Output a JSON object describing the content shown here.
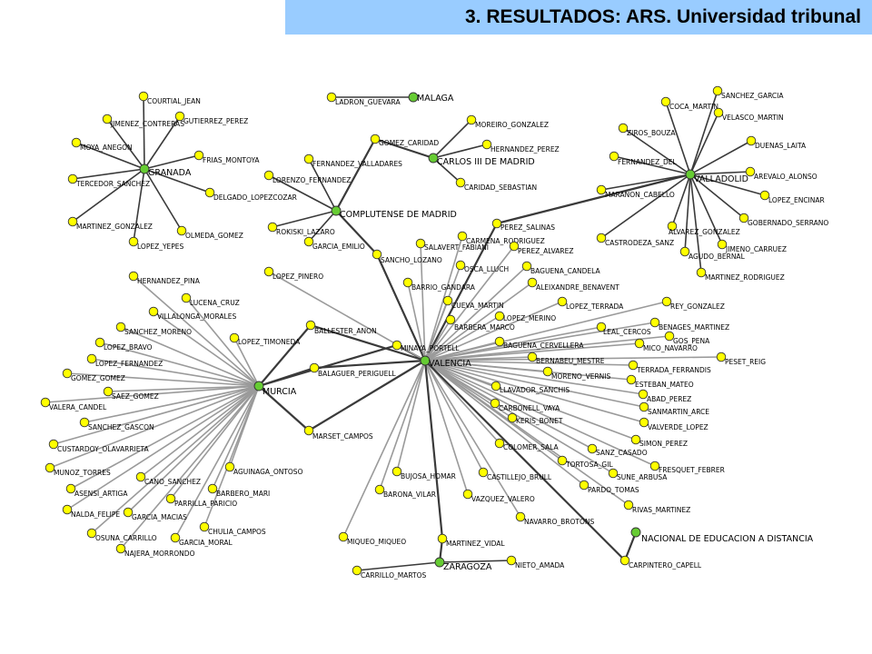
{
  "title": "3. RESULTADOS: ARS. Universidad tribunal",
  "colors": {
    "title_bg": "#99ccff",
    "node": "#ffff00",
    "hub": "#66cc33",
    "node_stroke": "#333333"
  },
  "network": {
    "hubs": [
      {
        "id": "granada",
        "label": "GRANADA"
      },
      {
        "id": "complutense",
        "label": "COMPLUTENSE DE MADRID"
      },
      {
        "id": "malaga",
        "label": "MALAGA"
      },
      {
        "id": "carlos3",
        "label": "CARLOS III DE MADRID"
      },
      {
        "id": "valladolid",
        "label": "VALLADOLID"
      },
      {
        "id": "murcia",
        "label": "MURCIA"
      },
      {
        "id": "valencia",
        "label": "VALENCIA"
      },
      {
        "id": "zaragoza",
        "label": "ZARAGOZA"
      },
      {
        "id": "uned",
        "label": "NACIONAL DE EDUCACION A DISTANCIA"
      }
    ],
    "people": [
      {
        "id": "courtial",
        "label": "COURTIAL_JEAN",
        "hubs": [
          "granada"
        ]
      },
      {
        "id": "jimenez_c",
        "label": "JIMENEZ_CONTRERAS",
        "hubs": [
          "granada"
        ]
      },
      {
        "id": "gutierrez",
        "label": "GUTIERREZ_PEREZ",
        "hubs": [
          "granada"
        ]
      },
      {
        "id": "moya",
        "label": "MOYA_ANEGON",
        "hubs": [
          "granada"
        ]
      },
      {
        "id": "frias",
        "label": "FRIAS_MONTOYA",
        "hubs": [
          "granada"
        ]
      },
      {
        "id": "tercedor",
        "label": "TERCEDOR_SANCHEZ",
        "hubs": [
          "granada"
        ]
      },
      {
        "id": "delgado",
        "label": "DELGADO_LOPEZCOZAR",
        "hubs": [
          "granada"
        ]
      },
      {
        "id": "martinez_g",
        "label": "MARTINEZ_GONZALEZ",
        "hubs": [
          "granada"
        ]
      },
      {
        "id": "olmeda",
        "label": "OLMEDA_GOMEZ",
        "hubs": [
          "granada"
        ]
      },
      {
        "id": "lopez_y",
        "label": "LOPEZ_YEPES",
        "hubs": [
          "granada"
        ]
      },
      {
        "id": "ladron",
        "label": "LADRON_GUEVARA",
        "hubs": [
          "malaga"
        ]
      },
      {
        "id": "moreiro",
        "label": "MOREIRO_GONZALEZ",
        "hubs": [
          "carlos3"
        ]
      },
      {
        "id": "gomez_c",
        "label": "GOMEZ_CARIDAD",
        "hubs": [
          "carlos3",
          "complutense"
        ]
      },
      {
        "id": "hernandez_p",
        "label": "HERNANDEZ_PEREZ",
        "hubs": [
          "carlos3"
        ]
      },
      {
        "id": "caridad",
        "label": "CARIDAD_SEBASTIAN",
        "hubs": [
          "carlos3"
        ]
      },
      {
        "id": "fernandez_v",
        "label": "FERNANDEZ_VALLADARES",
        "hubs": [
          "complutense"
        ]
      },
      {
        "id": "lorenzo",
        "label": "LORENZO_FERNANDEZ",
        "hubs": [
          "complutense"
        ]
      },
      {
        "id": "rokiski",
        "label": "ROKISKI_LAZARO",
        "hubs": [
          "complutense"
        ]
      },
      {
        "id": "garcia_e",
        "label": "GARCIA_EMILIO",
        "hubs": [
          "complutense"
        ]
      },
      {
        "id": "sancho",
        "label": "SANCHO_LOZANO",
        "hubs": [
          "complutense",
          "valencia"
        ]
      },
      {
        "id": "sanchez_g",
        "label": "SANCHEZ_GARCIA",
        "hubs": [
          "valladolid"
        ]
      },
      {
        "id": "coca",
        "label": "COCA_MARTIN",
        "hubs": [
          "valladolid"
        ]
      },
      {
        "id": "velasco",
        "label": "VELASCO_MARTIN",
        "hubs": [
          "valladolid"
        ]
      },
      {
        "id": "ziros",
        "label": "ZIROS_BOUZA",
        "hubs": [
          "valladolid"
        ]
      },
      {
        "id": "duenas",
        "label": "DUENAS_LAITA",
        "hubs": [
          "valladolid"
        ]
      },
      {
        "id": "fernandez_d",
        "label": "FERNANDEZ_DEL",
        "hubs": [
          "valladolid"
        ]
      },
      {
        "id": "arevalo",
        "label": "AREVALO_ALONSO",
        "hubs": [
          "valladolid"
        ]
      },
      {
        "id": "maranon",
        "label": "MARANON_CABELLO",
        "hubs": [
          "valladolid"
        ]
      },
      {
        "id": "lopez_e",
        "label": "LOPEZ_ENCINAR",
        "hubs": [
          "valladolid"
        ]
      },
      {
        "id": "gobernado",
        "label": "GOBERNADO_SERRANO",
        "hubs": [
          "valladolid"
        ]
      },
      {
        "id": "alvarez",
        "label": "ALVAREZ_GONZALEZ",
        "hubs": [
          "valladolid"
        ]
      },
      {
        "id": "castrodeza",
        "label": "CASTRODEZA_SANZ",
        "hubs": [
          "valladolid"
        ]
      },
      {
        "id": "jimeno",
        "label": "JIMENO_CARRUEZ",
        "hubs": [
          "valladolid"
        ]
      },
      {
        "id": "agudo",
        "label": "AGUDO_BERNAL",
        "hubs": [
          "valladolid"
        ]
      },
      {
        "id": "martinez_r",
        "label": "MARTINEZ_RODRIGUEZ",
        "hubs": [
          "valladolid"
        ]
      },
      {
        "id": "perez_s",
        "label": "PEREZ_SALINAS",
        "hubs": [
          "valladolid",
          "valencia"
        ]
      },
      {
        "id": "carmena",
        "label": "CARMENA_RODRIGUEZ",
        "hubs": [
          "valencia"
        ]
      },
      {
        "id": "salavert",
        "label": "SALAVERT_FABIANI",
        "hubs": [
          "valencia"
        ]
      },
      {
        "id": "perez_a",
        "label": "PEREZ_ALVAREZ",
        "hubs": [
          "valencia"
        ]
      },
      {
        "id": "osca",
        "label": "OSCA_LLUCH",
        "hubs": [
          "valencia"
        ]
      },
      {
        "id": "baguena_cand",
        "label": "BAGUENA_CANDELA",
        "hubs": [
          "valencia"
        ]
      },
      {
        "id": "barrio",
        "label": "BARRIO_GANDARA",
        "hubs": [
          "valencia"
        ]
      },
      {
        "id": "aleixandre",
        "label": "ALEIXANDRE_BENAVENT",
        "hubs": [
          "valencia"
        ]
      },
      {
        "id": "cueva",
        "label": "CUEVA_MARTIN",
        "hubs": [
          "valencia"
        ]
      },
      {
        "id": "lopez_t",
        "label": "LOPEZ_TERRADA",
        "hubs": [
          "valencia"
        ]
      },
      {
        "id": "rey",
        "label": "REY_GONZALEZ",
        "hubs": [
          "valencia"
        ]
      },
      {
        "id": "barbera",
        "label": "BARBERA_MARCO",
        "hubs": [
          "valencia"
        ]
      },
      {
        "id": "lopez_m",
        "label": "LOPEZ_MERINO",
        "hubs": [
          "valencia"
        ]
      },
      {
        "id": "benages",
        "label": "BENAGES_MARTINEZ",
        "hubs": [
          "valencia"
        ]
      },
      {
        "id": "leal",
        "label": "LEAL_CERCOS",
        "hubs": [
          "valencia"
        ]
      },
      {
        "id": "gos",
        "label": "GOS_PENA",
        "hubs": [
          "valencia"
        ]
      },
      {
        "id": "baguena_cerv",
        "label": "BAGUENA_CERVELLERA",
        "hubs": [
          "valencia"
        ]
      },
      {
        "id": "mico",
        "label": "MICO_NAVARRO",
        "hubs": [
          "valencia"
        ]
      },
      {
        "id": "minaya",
        "label": "MINAYA_PORTELL",
        "hubs": [
          "valencia",
          "murcia"
        ]
      },
      {
        "id": "peset",
        "label": "PESET_REIG",
        "hubs": [
          "valencia"
        ]
      },
      {
        "id": "bernabeu",
        "label": "BERNABEU_MESTRE",
        "hubs": [
          "valencia"
        ]
      },
      {
        "id": "terrada",
        "label": "TERRADA_FERRANDIS",
        "hubs": [
          "valencia"
        ]
      },
      {
        "id": "moreno",
        "label": "MORENO_VERNIS",
        "hubs": [
          "valencia"
        ]
      },
      {
        "id": "esteban",
        "label": "ESTEBAN_MATEO",
        "hubs": [
          "valencia"
        ]
      },
      {
        "id": "llavador",
        "label": "LLAVADOR_SANCHIS",
        "hubs": [
          "valencia"
        ]
      },
      {
        "id": "abad",
        "label": "ABAD_PEREZ",
        "hubs": [
          "valencia"
        ]
      },
      {
        "id": "carbonell",
        "label": "CARBONELL_VAYA",
        "hubs": [
          "valencia"
        ]
      },
      {
        "id": "sanmartin",
        "label": "SANMARTIN_ARCE",
        "hubs": [
          "valencia"
        ]
      },
      {
        "id": "keris",
        "label": "KERIS_BONET",
        "hubs": [
          "valencia"
        ]
      },
      {
        "id": "valverde",
        "label": "VALVERDE_LOPEZ",
        "hubs": [
          "valencia"
        ]
      },
      {
        "id": "colomer",
        "label": "COLOMER_SALA",
        "hubs": [
          "valencia"
        ]
      },
      {
        "id": "simon",
        "label": "SIMON_PEREZ",
        "hubs": [
          "valencia"
        ]
      },
      {
        "id": "sanz",
        "label": "SANZ_CASADO",
        "hubs": [
          "valencia"
        ]
      },
      {
        "id": "tortosa",
        "label": "TORTOSA_GIL",
        "hubs": [
          "valencia"
        ]
      },
      {
        "id": "fresquet",
        "label": "FRESQUET_FEBRER",
        "hubs": [
          "valencia"
        ]
      },
      {
        "id": "sune",
        "label": "SUNE_ARBUSA",
        "hubs": [
          "valencia"
        ]
      },
      {
        "id": "bujosa",
        "label": "BUJOSA_HOMAR",
        "hubs": [
          "valencia"
        ]
      },
      {
        "id": "castillejo",
        "label": "CASTILLEJO_BRULL",
        "hubs": [
          "valencia"
        ]
      },
      {
        "id": "pardo",
        "label": "PARDO_TOMAS",
        "hubs": [
          "valencia"
        ]
      },
      {
        "id": "barona",
        "label": "BARONA_VILAR",
        "hubs": [
          "valencia"
        ]
      },
      {
        "id": "vazquez",
        "label": "VAZQUEZ_VALERO",
        "hubs": [
          "valencia"
        ]
      },
      {
        "id": "rivas",
        "label": "RIVAS_MARTINEZ",
        "hubs": [
          "valencia"
        ]
      },
      {
        "id": "navarro_b",
        "label": "NAVARRO_BROTONS",
        "hubs": [
          "valencia"
        ]
      },
      {
        "id": "miqueo",
        "label": "MIQUEO_MIQUEO",
        "hubs": [
          "valencia"
        ]
      },
      {
        "id": "martinez_v",
        "label": "MARTINEZ_VIDAL",
        "hubs": [
          "valencia",
          "zaragoza"
        ]
      },
      {
        "id": "carpintero",
        "label": "CARPINTERO_CAPELL",
        "hubs": [
          "valencia",
          "uned"
        ]
      },
      {
        "id": "nieto",
        "label": "NIETO_AMADA",
        "hubs": [
          "zaragoza"
        ]
      },
      {
        "id": "carrillo",
        "label": "CARRILLO_MARTOS",
        "hubs": [
          "zaragoza"
        ]
      },
      {
        "id": "lopez_p",
        "label": "LOPEZ_PINERO",
        "hubs": [
          "valencia"
        ]
      },
      {
        "id": "ballester",
        "label": "BALLESTER_ANON",
        "hubs": [
          "valencia",
          "murcia"
        ]
      },
      {
        "id": "balaguer",
        "label": "BALAGUER_PERIGUELL",
        "hubs": [
          "valencia",
          "murcia"
        ]
      },
      {
        "id": "marset",
        "label": "MARSET_CAMPOS",
        "hubs": [
          "valencia",
          "murcia"
        ]
      },
      {
        "id": "hernandez_pina",
        "label": "HERNANDEZ_PINA",
        "hubs": [
          "murcia"
        ]
      },
      {
        "id": "lucena",
        "label": "LUCENA_CRUZ",
        "hubs": [
          "murcia"
        ]
      },
      {
        "id": "villalonga",
        "label": "VILLALONGA_MORALES",
        "hubs": [
          "murcia"
        ]
      },
      {
        "id": "sanchez_m",
        "label": "SANCHEZ_MORENO",
        "hubs": [
          "murcia"
        ]
      },
      {
        "id": "lopez_tim",
        "label": "LOPEZ_TIMONEDA",
        "hubs": [
          "murcia"
        ]
      },
      {
        "id": "lopez_b",
        "label": "LOPEZ_BRAVO",
        "hubs": [
          "murcia"
        ]
      },
      {
        "id": "lopez_f",
        "label": "LOPEZ_FERNANDEZ",
        "hubs": [
          "murcia"
        ]
      },
      {
        "id": "gomez_g",
        "label": "GOMEZ_GOMEZ",
        "hubs": [
          "murcia"
        ]
      },
      {
        "id": "saez",
        "label": "SAEZ_GOMEZ",
        "hubs": [
          "murcia"
        ]
      },
      {
        "id": "valera",
        "label": "VALERA_CANDEL",
        "hubs": [
          "murcia"
        ]
      },
      {
        "id": "sanchez_gas",
        "label": "SANCHEZ_GASCON",
        "hubs": [
          "murcia"
        ]
      },
      {
        "id": "custardoy",
        "label": "CUSTARDOY_OLAVARRIETA",
        "hubs": [
          "murcia"
        ]
      },
      {
        "id": "aguinaga",
        "label": "AGUINAGA_ONTOSO",
        "hubs": [
          "murcia"
        ]
      },
      {
        "id": "munoz",
        "label": "MUNOZ_TORRES",
        "hubs": [
          "murcia"
        ]
      },
      {
        "id": "cano",
        "label": "CANO_SANCHEZ",
        "hubs": [
          "murcia"
        ]
      },
      {
        "id": "barbero",
        "label": "BARBERO_MARI",
        "hubs": [
          "murcia"
        ]
      },
      {
        "id": "asensi",
        "label": "ASENSI_ARTIGA",
        "hubs": [
          "murcia"
        ]
      },
      {
        "id": "parrilla",
        "label": "PARRILLA_PARICIO",
        "hubs": [
          "murcia"
        ]
      },
      {
        "id": "nalda",
        "label": "NALDA_FELIPE",
        "hubs": [
          "murcia"
        ]
      },
      {
        "id": "garcia_mac",
        "label": "GARCIA_MACIAS",
        "hubs": [
          "murcia"
        ]
      },
      {
        "id": "chulia",
        "label": "CHULIA_CAMPOS",
        "hubs": [
          "murcia"
        ]
      },
      {
        "id": "osuna",
        "label": "OSUNA_CARRILLO",
        "hubs": [
          "murcia"
        ]
      },
      {
        "id": "garcia_mor",
        "label": "GARCIA_MORAL",
        "hubs": [
          "murcia"
        ]
      },
      {
        "id": "najera",
        "label": "NAJERA_MORRONDO",
        "hubs": [
          "murcia"
        ]
      }
    ]
  }
}
